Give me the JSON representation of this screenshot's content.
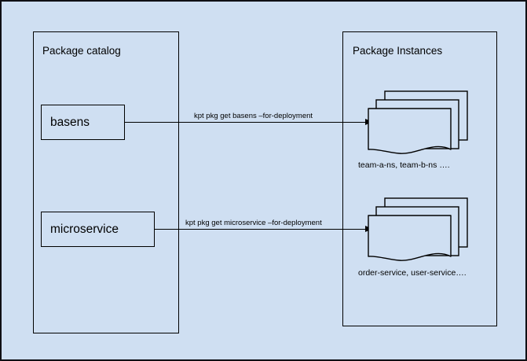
{
  "diagram": {
    "background_color": "#cfdff2",
    "border_color": "#0f0f14",
    "stroke_color": "#000000",
    "panels": [
      {
        "id": "package-catalog",
        "title": "Package catalog"
      },
      {
        "id": "package-instances",
        "title": "Package Instances"
      }
    ],
    "package_boxes": [
      {
        "id": "basens",
        "label": "basens"
      },
      {
        "id": "microservice",
        "label": "microservice"
      }
    ],
    "edges": [
      {
        "id": "basens-edge",
        "label": "kpt pkg get basens –for-deployment"
      },
      {
        "id": "microservice-edge",
        "label": "kpt pkg get microservice –for-deployment"
      }
    ],
    "instance_stacks": [
      {
        "id": "namespace-instances",
        "caption": "team-a-ns, team-b-ns …."
      },
      {
        "id": "service-instances",
        "caption": "order-service, user-service…."
      }
    ]
  }
}
